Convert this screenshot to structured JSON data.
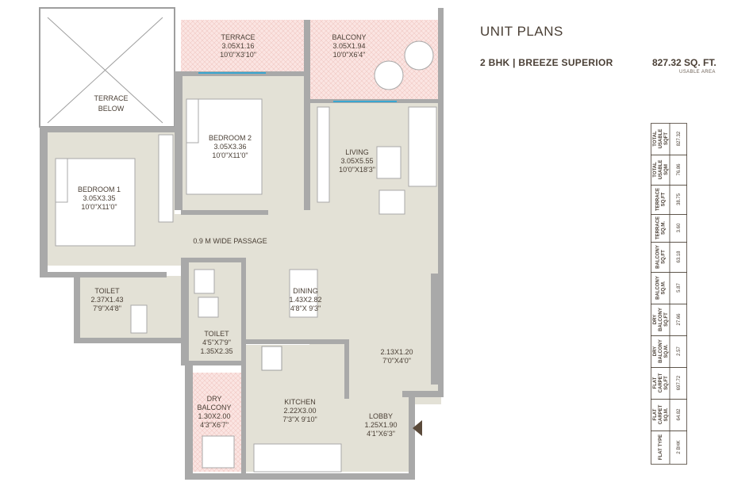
{
  "header": {
    "title": "UNIT PLANS",
    "unit_type": "2 BHK | BREEZE SUPERIOR",
    "area_value": "827.32 SQ. FT.",
    "area_label": "USABLE AREA"
  },
  "rooms": {
    "terrace_top": {
      "name": "TERRACE",
      "dim1": "3.05X1.16",
      "dim2": "10'0\"X3'10\""
    },
    "balcony": {
      "name": "BALCONY",
      "dim1": "3.05X1.94",
      "dim2": "10'0\"X6'4\""
    },
    "terrace_below": {
      "line1": "TERRACE",
      "line2": "BELOW"
    },
    "bedroom2": {
      "name": "BEDROOM 2",
      "dim1": "3.05X3.36",
      "dim2": "10'0\"X11'0\""
    },
    "bedroom1": {
      "name": "BEDROOM 1",
      "dim1": "3.05X3.35",
      "dim2": "10'0\"X11'0\""
    },
    "living": {
      "name": "LIVING",
      "dim1": "3.05X5.55",
      "dim2": "10'0\"X18'3\""
    },
    "passage": {
      "name": "0.9 M WIDE PASSAGE"
    },
    "toilet1": {
      "name": "TOILET",
      "dim1": "2.37X1.43",
      "dim2": "7'9\"X4'8\""
    },
    "dining": {
      "name": "DINING",
      "dim1": "1.43X2.82",
      "dim2": "4'8\"X 9'3\""
    },
    "toilet2": {
      "name": "TOILET",
      "dim1": "4'5\"X7'9\"",
      "dim2": "1.35X2.35"
    },
    "foyer": {
      "dim1": "2.13X1.20",
      "dim2": "7'0\"X4'0\""
    },
    "dry_balcony": {
      "line1": "DRY",
      "line2": "BALCONY",
      "dim1": "1.30X2.00",
      "dim2": "4'3\"X6'7\""
    },
    "kitchen": {
      "name": "KITCHEN",
      "dim1": "2.22X3.00",
      "dim2": "7'3\"X 9'10\""
    },
    "lobby": {
      "name": "LOBBY",
      "dim1": "1.25X1.90",
      "dim2": "4'1\"X6'3\""
    }
  },
  "area_table": {
    "rows": [
      {
        "label": [
          "TOTAL",
          "USABLE",
          "SQFT"
        ],
        "value": "827.32"
      },
      {
        "label": [
          "TOTAL",
          "USABLE",
          "SQM"
        ],
        "value": "76.86"
      },
      {
        "label": [
          "TERRACE",
          "SQ.FT"
        ],
        "value": "38.75"
      },
      {
        "label": [
          "TERRACE",
          "SQ.M."
        ],
        "value": "3.60"
      },
      {
        "label": [
          "BALCONY",
          "SQ.FT"
        ],
        "value": "63.18"
      },
      {
        "label": [
          "BALCONY",
          "SQ.M."
        ],
        "value": "5.87"
      },
      {
        "label": [
          "DRY",
          "BALCONY",
          "SQ.FT"
        ],
        "value": "27.66"
      },
      {
        "label": [
          "DRY",
          "BALCONY",
          "SQ.M."
        ],
        "value": "2.57"
      },
      {
        "label": [
          "FLAT",
          "CARPET",
          "SQ.FT"
        ],
        "value": "697.72"
      },
      {
        "label": [
          "FLAT",
          "CARPET",
          "SQ.M."
        ],
        "value": "64.82"
      },
      {
        "label": [
          "FLAT TYPE"
        ],
        "value": "2 BHK"
      }
    ]
  },
  "colors": {
    "wall": "#a9a9a9",
    "floor": "#e3e1d6",
    "terrace": "#fbe5e2",
    "window": "#3aa6d0",
    "text": "#4a3f35"
  }
}
